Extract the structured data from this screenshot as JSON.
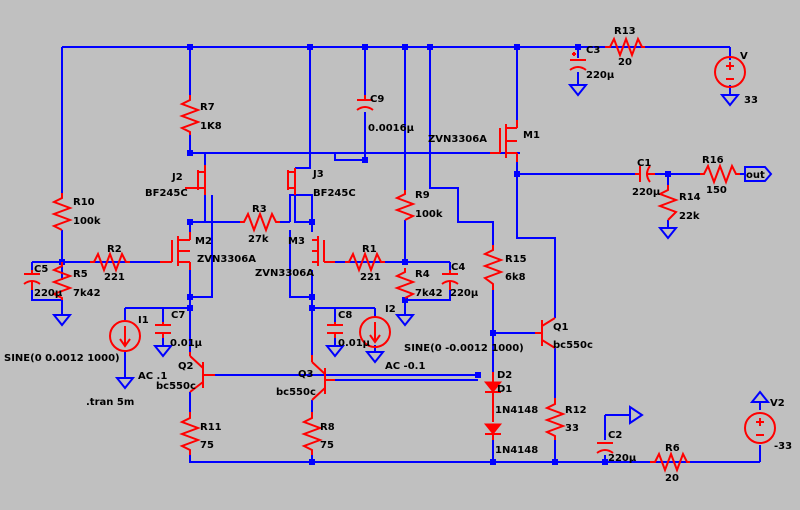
{
  "labels": {
    "r7": "R7",
    "r7v": "1K8",
    "r13": "R13",
    "r13v": "20",
    "r10": "R10",
    "r10v": "100k",
    "r2": "R2",
    "r2v": "221",
    "r5": "R5",
    "r5v": "7k42",
    "r3": "R3",
    "r3v": "27k",
    "r1": "R1",
    "r1v": "221",
    "r9": "R9",
    "r9v": "100k",
    "r4": "R4",
    "r4v": "7k42",
    "r15": "R15",
    "r15v": "6k8",
    "r16": "R16",
    "r16v": "150",
    "r14": "R14",
    "r14v": "22k",
    "r11": "R11",
    "r11v": "75",
    "r8": "R8",
    "r8v": "75",
    "r12": "R12",
    "r12v": "33",
    "r6": "R6",
    "r6v": "20",
    "c3": "C3",
    "c3v": "220µ",
    "c9": "C9",
    "c9v": "0.0016µ",
    "c1": "C1",
    "c1v": "220µ",
    "c5": "C5",
    "c5v": "220µ",
    "c4": "C4",
    "c4v": "220µ",
    "c7": "C7",
    "c7v": "0.01µ",
    "c8": "C8",
    "c8v": "0.01µ",
    "c2": "C2",
    "c2v": "220µ",
    "j2": "J2",
    "j2v": "BF245C",
    "j3": "J3",
    "j3v": "BF245C",
    "m1": "M1",
    "m1v": "ZVN3306A",
    "m2": "M2",
    "m2v": "ZVN3306A",
    "m3": "M3",
    "m3v": "ZVN3306A",
    "q1": "Q1",
    "q1v": "bc550c",
    "q2": "Q2",
    "q2v": "bc550c",
    "q3": "Q3",
    "q3v": "bc550c",
    "d1": "D1",
    "d1v": "1N4148",
    "d2": "D2",
    "d2v": "1N4148",
    "i1": "I1",
    "i1ac": "AC .1",
    "i1sine": "SINE(0 0.0012 1000)",
    "i2": "I2",
    "i2ac": "AC -0.1",
    "i2sine": "SINE(0 -0.0012 1000)",
    "v": "V",
    "vv": "33",
    "v2": "V2",
    "v2v": "-33",
    "out": "out",
    "tran": ".tran 5m"
  }
}
